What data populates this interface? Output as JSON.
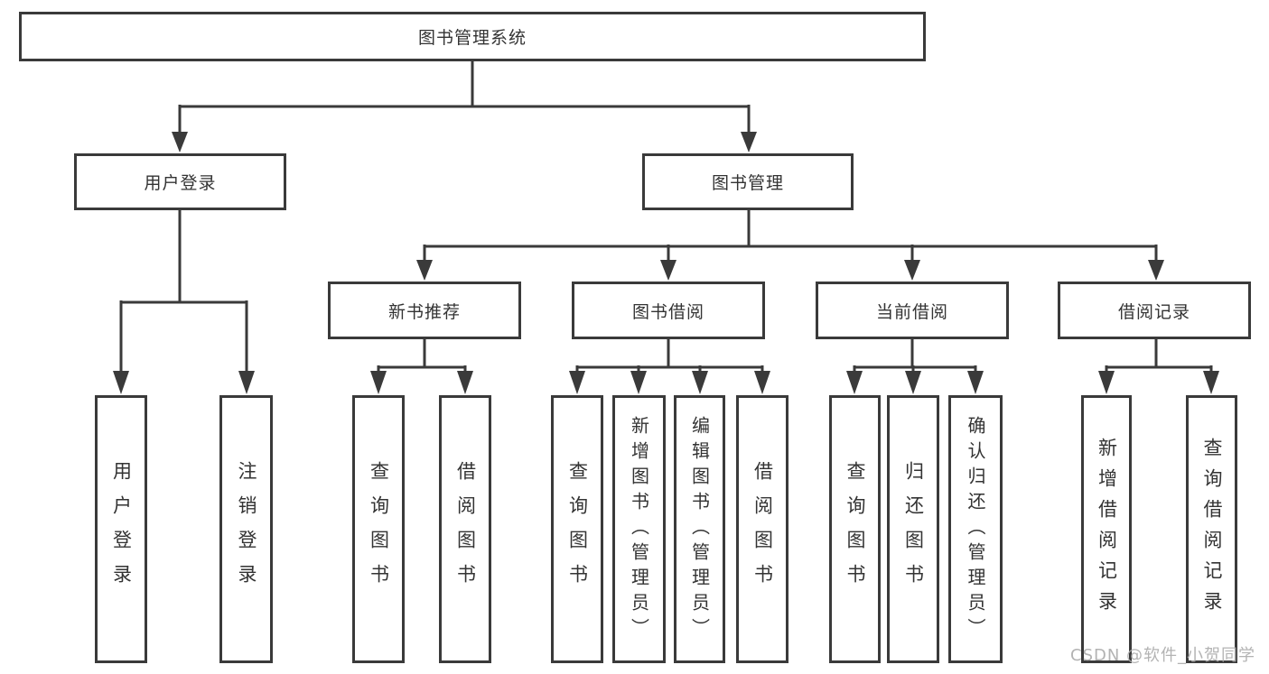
{
  "tree": {
    "root": {
      "label": "图书管理系统"
    },
    "branches": [
      {
        "label": "用户登录",
        "children": [
          {
            "label": "用户登录"
          },
          {
            "label": "注销登录"
          }
        ]
      },
      {
        "label": "图书管理",
        "children": [
          {
            "label": "新书推荐",
            "children": [
              {
                "label": "查询图书"
              },
              {
                "label": "借阅图书"
              }
            ]
          },
          {
            "label": "图书借阅",
            "children": [
              {
                "label": "查询图书"
              },
              {
                "label": "新增图书（管理员）"
              },
              {
                "label": "编辑图书（管理员）"
              },
              {
                "label": "借阅图书"
              }
            ]
          },
          {
            "label": "当前借阅",
            "children": [
              {
                "label": "查询图书"
              },
              {
                "label": "归还图书"
              },
              {
                "label": "确认归还（管理员）"
              }
            ]
          },
          {
            "label": "借阅记录",
            "children": [
              {
                "label": "新增借阅记录"
              },
              {
                "label": "查询借阅记录"
              }
            ]
          }
        ]
      }
    ]
  },
  "watermark": {
    "text": "CSDN @软件_小贺同学"
  },
  "colors": {
    "line": "#3a3a3a",
    "text": "#333333",
    "watermark": "#acacac",
    "background": "#ffffff"
  }
}
